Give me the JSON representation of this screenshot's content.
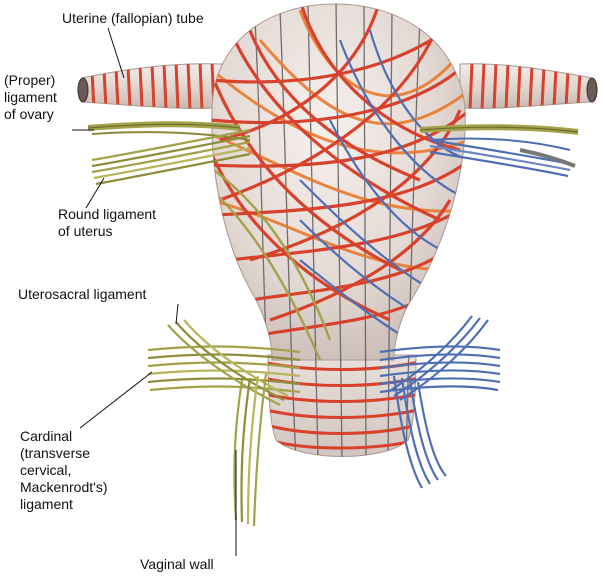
{
  "labels": {
    "uterine_tube": "Uterine (fallopian) tube",
    "ligament_of_ovary": [
      "(Proper)",
      "ligament",
      "of ovary"
    ],
    "round_ligament": [
      "Round ligament",
      "of uterus"
    ],
    "uterosacral_ligament": "Uterosacral ligament",
    "cardinal_ligament": [
      "Cardinal",
      "(transverse",
      "cervical,",
      "Mackenrodt's)",
      "ligament"
    ],
    "vaginal_wall": "Vaginal wall"
  },
  "colors": {
    "uterus_body": "#e7ddd8",
    "fiber_red": "#d8422c",
    "fiber_orange": "#e87a2e",
    "fiber_blue": "#4f6fb5",
    "fiber_olive": "#a3a24a",
    "fiber_dark": "#555555",
    "leader_line": "#111111"
  }
}
